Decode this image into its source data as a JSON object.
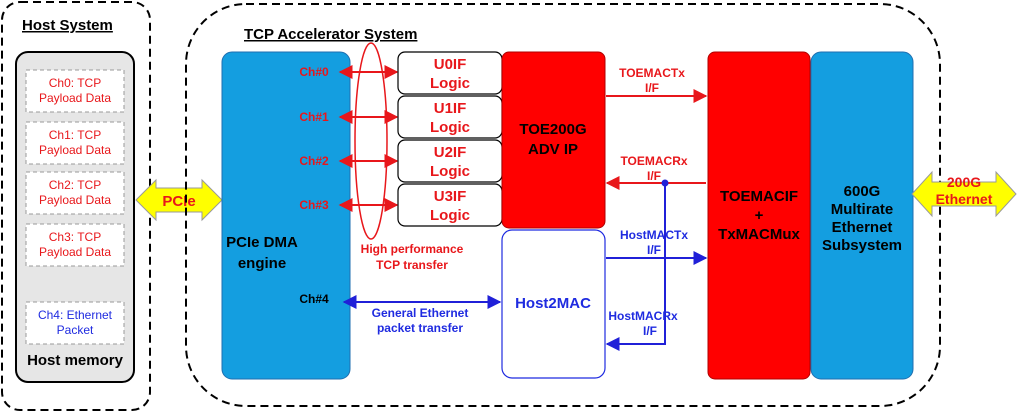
{
  "host_system": {
    "title": "Host System",
    "memory_label": "Host memory",
    "channels": [
      {
        "line1": "Ch0: TCP",
        "line2": "Payload Data"
      },
      {
        "line1": "Ch1: TCP",
        "line2": "Payload Data"
      },
      {
        "line1": "Ch2: TCP",
        "line2": "Payload Data"
      },
      {
        "line1": "Ch3: TCP",
        "line2": "Payload Data"
      }
    ],
    "ethernet_channel": {
      "line1": "Ch4: Ethernet",
      "line2": "Packet"
    }
  },
  "pcie_link": "PCIe",
  "accelerator": {
    "title": "TCP Accelerator System",
    "dma": {
      "line1": "PCIe DMA",
      "line2": "engine"
    },
    "channels": [
      "Ch#0",
      "Ch#1",
      "Ch#2",
      "Ch#3"
    ],
    "ethernet_channel": "Ch#4",
    "uif": [
      {
        "line1": "U0IF",
        "line2": "Logic"
      },
      {
        "line1": "U1IF",
        "line2": "Logic"
      },
      {
        "line1": "U2IF",
        "line2": "Logic"
      },
      {
        "line1": "U3IF",
        "line2": "Logic"
      }
    ],
    "high_perf": {
      "line1": "High performance",
      "line2": "TCP transfer"
    },
    "general_eth": {
      "line1": "General Ethernet",
      "line2": "packet transfer"
    },
    "toe": {
      "line1": "TOE200G",
      "line2": "ADV IP"
    },
    "host2mac": "Host2MAC",
    "toemactx": {
      "line1": "TOEMACTx",
      "line2": "I/F"
    },
    "toemacrx": {
      "line1": "TOEMACRx",
      "line2": "I/F"
    },
    "hostmactx": {
      "line1": "HostMACTx",
      "line2": "I/F"
    },
    "hostmacrx": {
      "line1": "HostMACRx",
      "line2": "I/F"
    },
    "toemacif": {
      "line1": "TOEMACIF",
      "line2": "+",
      "line3": "TxMACMux"
    },
    "ethernet_subsystem": {
      "line1": "600G",
      "line2": "Multirate",
      "line3": "Ethernet",
      "line4": "Subsystem"
    }
  },
  "ethernet_link": {
    "line1": "200G",
    "line2": "Ethernet"
  },
  "colors": {
    "blue_fill": "#149ee0",
    "red_fill": "#ff0000",
    "red_text": "#e8171b",
    "blue_text": "#1f2be0",
    "arrow_red": "#e8171b",
    "arrow_blue": "#2020d8",
    "yellow": "#ffff00",
    "memory_gray": "#e6e6e6"
  }
}
